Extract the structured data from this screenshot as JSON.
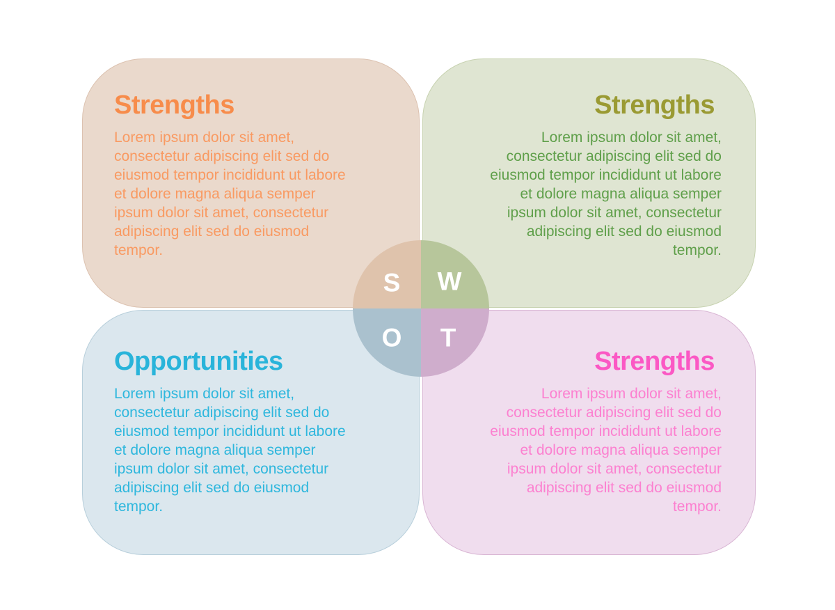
{
  "diagram": {
    "kind": "swot-matrix",
    "background_color": "#ffffff",
    "center": {
      "letters": [
        "S",
        "W",
        "O",
        "T"
      ],
      "letter_color": "#ffffff",
      "quarter_colors": {
        "s": "#dfc3ac",
        "w": "#b7c69b",
        "o": "#aac1ce",
        "t": "#cfadcc"
      }
    },
    "quadrants": [
      {
        "position": "top-left",
        "title": "Strengths",
        "body": "Lorem ipsum dolor sit amet,\nconsectetur adipiscing elit sed do\neiusmod tempor incididunt ut labore\net dolore magna aliqua semper\nipsum dolor sit amet, consectetur\nadipiscing elit sed do eiusmod\ntempor.",
        "text_align": "left",
        "card_color": "#ead9cc",
        "border_color": "#dcc2b0",
        "title_color": "#f78c4b",
        "body_color": "#f99a62",
        "circle_letter": "S"
      },
      {
        "position": "top-right",
        "title": "Strengths",
        "body": "Lorem ipsum dolor sit amet,\nconsectetur adipiscing elit sed do\neiusmod tempor incididunt ut labore\net dolore magna aliqua semper\nipsum dolor sit amet, consectetur\nadipiscing elit sed do eiusmod\ntempor.",
        "text_align": "right",
        "card_color": "#dfe5d2",
        "border_color": "#c7d2b0",
        "title_color": "#9a9a33",
        "body_color": "#5f9f4a",
        "circle_letter": "W"
      },
      {
        "position": "bottom-left",
        "title": "Opportunities",
        "body": "Lorem ipsum dolor sit amet,\nconsectetur adipiscing elit sed do\neiusmod tempor incididunt ut labore\net dolore magna aliqua semper\nipsum dolor sit amet, consectetur\nadipiscing elit sed do eiusmod\ntempor.",
        "text_align": "left",
        "card_color": "#dbe7ee",
        "border_color": "#b8cfdb",
        "title_color": "#29b4da",
        "body_color": "#2eb7dd",
        "circle_letter": "O"
      },
      {
        "position": "bottom-right",
        "title": "Strengths",
        "body": "Lorem ipsum dolor sit amet,\nconsectetur adipiscing elit sed do\neiusmod tempor incididunt ut labore\net dolore magna aliqua semper\nipsum dolor sit amet, consectetur\nadipiscing elit sed do eiusmod\ntempor.",
        "text_align": "right",
        "card_color": "#f0ddee",
        "border_color": "#d9b6d4",
        "title_color": "#fb58c4",
        "body_color": "#fc80d0",
        "circle_letter": "T"
      }
    ]
  }
}
